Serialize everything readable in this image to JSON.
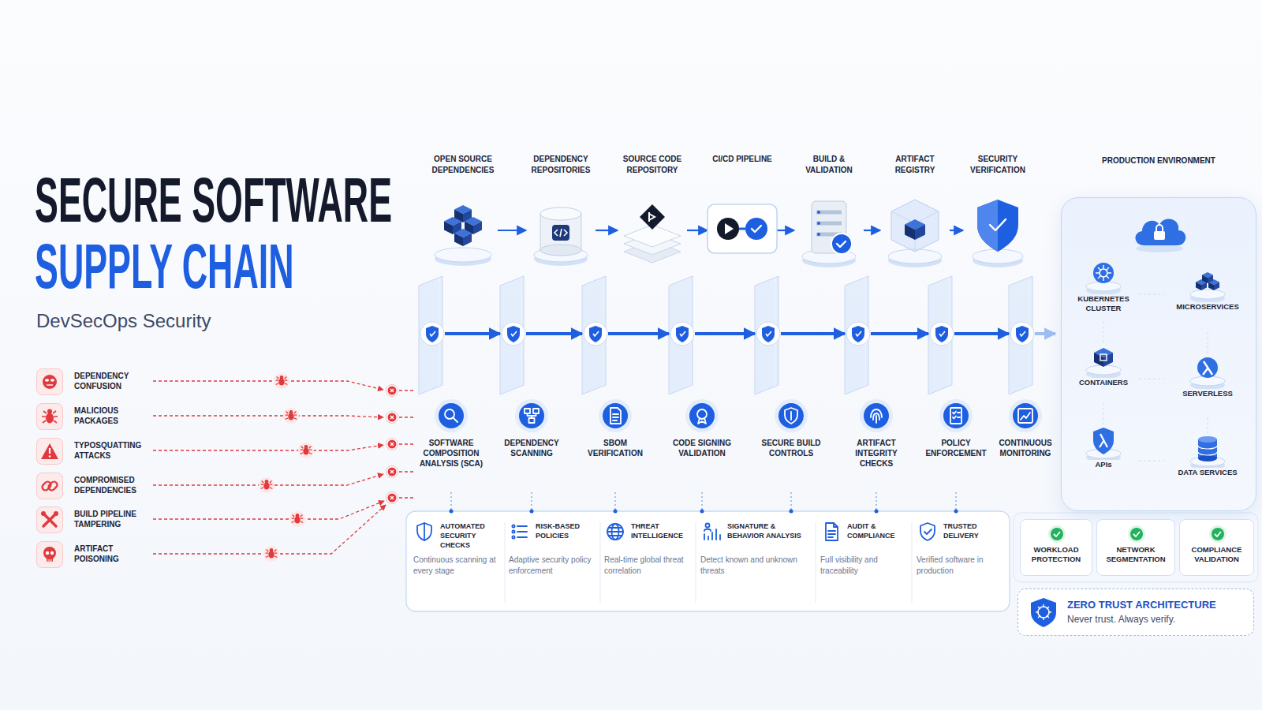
{
  "diagram": {
    "title": "SECURE SOFTWARE SUPPLY CHAIN",
    "caption": "DevSecOps Security",
    "nodes": [
      {
        "text": [
          "OPEN SOURCE DEPENDENCIES"
        ]
      },
      {
        "text": [
          "DEPENDENCY REPOSITORIES"
        ]
      },
      {
        "text": [
          "SOURCE CODE REPOSITORY"
        ]
      },
      {
        "text": [
          "CI/CD PIPELINE"
        ]
      },
      {
        "text": [
          "BUILD & VALIDATION"
        ]
      },
      {
        "text": [
          "ARTIFACT REGISTRY"
        ]
      },
      {
        "text": [
          "SECURITY VERIFICATION"
        ]
      },
      {
        "text": [
          "PRODUCTION ENVIRONMENT"
        ]
      },
      {
        "text": [
          "KUBERNETES CLUSTER"
        ],
        "in": 7
      },
      {
        "text": [
          "MICROSERVICES"
        ],
        "in": 7
      },
      {
        "text": [
          "CONTAINERS"
        ],
        "in": 7
      },
      {
        "text": [
          "SERVERLESS"
        ],
        "in": 7
      },
      {
        "text": [
          "APIs"
        ],
        "in": 7
      },
      {
        "text": [
          "DATA SERVICES"
        ],
        "in": 7
      },
      {
        "text": [
          "DEPENDENCY CONFUSION"
        ]
      },
      {
        "text": [
          "MALICIOUS PACKAGES"
        ]
      },
      {
        "text": [
          "TYPOSQUATTING ATTACKS"
        ]
      },
      {
        "text": [
          "COMPROMISED DEPENDENCIES"
        ]
      },
      {
        "text": [
          "BUILD PIPELINE TAMPERING"
        ]
      },
      {
        "text": [
          "ARTIFACT POISONING"
        ]
      },
      {
        "text": [
          "SOFTWARE COMPOSITION ANALYSIS (SCA)"
        ]
      },
      {
        "text": [
          "DEPENDENCY SCANNING"
        ]
      },
      {
        "text": [
          "SBOM VERIFICATION"
        ]
      },
      {
        "text": [
          "CODE SIGNING VALIDATION"
        ]
      },
      {
        "text": [
          "SECURE BUILD CONTROLS"
        ]
      },
      {
        "text": [
          "ARTIFACT INTEGRITY CHECKS"
        ]
      },
      {
        "text": [
          "POLICY ENFORCEMENT"
        ]
      },
      {
        "text": [
          "CONTINUOUS MONITORING"
        ]
      },
      {
        "text": [
          "AUTOMATED SECURITY CHECKS",
          "Continuous scanning at every stage"
        ]
      },
      {
        "text": [
          "RISK-BASED POLICIES",
          "Adaptive security policy enforcement"
        ]
      },
      {
        "text": [
          "THREAT INTELLIGENCE",
          "Real-time global threat correlation"
        ]
      },
      {
        "text": [
          "SIGNATURE & BEHAVIOR ANALYSIS",
          "Detect known and unknown threats"
        ]
      },
      {
        "text": [
          "AUDIT & COMPLIANCE",
          "Full visibility and traceability"
        ]
      },
      {
        "text": [
          "TRUSTED DELIVERY",
          "Verified software in production"
        ]
      },
      {
        "text": [
          "WORKLOAD PROTECTION"
        ]
      },
      {
        "text": [
          "NETWORK SEGMENTATION"
        ]
      },
      {
        "text": [
          "COMPLIANCE VALIDATION"
        ]
      },
      {
        "text": [
          "ZERO TRUST ARCHITECTURE",
          "Never trust. Always verify."
        ]
      }
    ],
    "edges": [
      {
        "from": 0,
        "to": 1,
        "arrow": "to"
      },
      {
        "from": 1,
        "to": 2,
        "arrow": "to"
      },
      {
        "from": 2,
        "to": 3,
        "arrow": "to"
      },
      {
        "from": 3,
        "to": 4,
        "arrow": "to"
      },
      {
        "from": 4,
        "to": 5,
        "arrow": "to"
      },
      {
        "from": 5,
        "to": 6,
        "arrow": "to"
      },
      {
        "from": 8,
        "to": 9,
        "arrow": "none"
      },
      {
        "from": 8,
        "to": 10,
        "arrow": "none"
      },
      {
        "from": 9,
        "to": 11,
        "arrow": "none"
      },
      {
        "from": 10,
        "to": 11,
        "arrow": "none"
      },
      {
        "from": 10,
        "to": 12,
        "arrow": "none"
      },
      {
        "from": 11,
        "to": 13,
        "arrow": "none"
      },
      {
        "from": 12,
        "to": 13,
        "arrow": "none"
      }
    ]
  }
}
